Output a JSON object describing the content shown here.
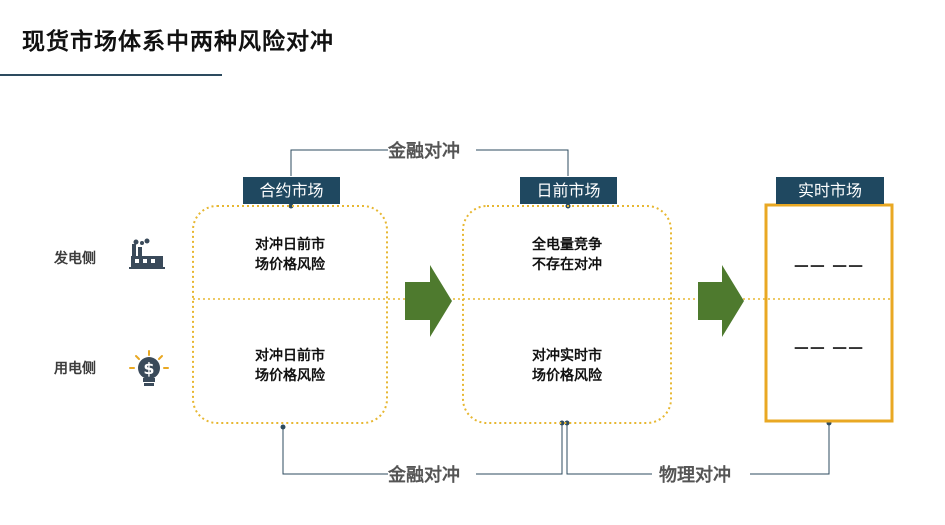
{
  "title": "现货市场体系中两种风险对冲",
  "side_labels": {
    "generation": "发电侧",
    "consumption": "用电侧"
  },
  "markets": [
    {
      "label": "合约市场",
      "top": "对冲日前市\n场价格风险",
      "bottom": "对冲日前市\n场价格风险"
    },
    {
      "label": "日前市场",
      "top": "全电量竞争\n不存在对冲",
      "bottom": "对冲实时市\n场价格风险"
    },
    {
      "label": "实时市场",
      "top": "—— ——",
      "bottom": "—— ——"
    }
  ],
  "hedges": {
    "top_financial": "金融对冲",
    "bottom_financial": "金融对冲",
    "physical": "物理对冲"
  },
  "icons": {
    "factory": "factory-icon",
    "bulb": "dollar-lightbulb-icon"
  },
  "colors": {
    "label_bg": "#1f4860",
    "dotted": "#e7b731",
    "arrow": "#4e7a2e",
    "rt_border": "#e9a823"
  }
}
